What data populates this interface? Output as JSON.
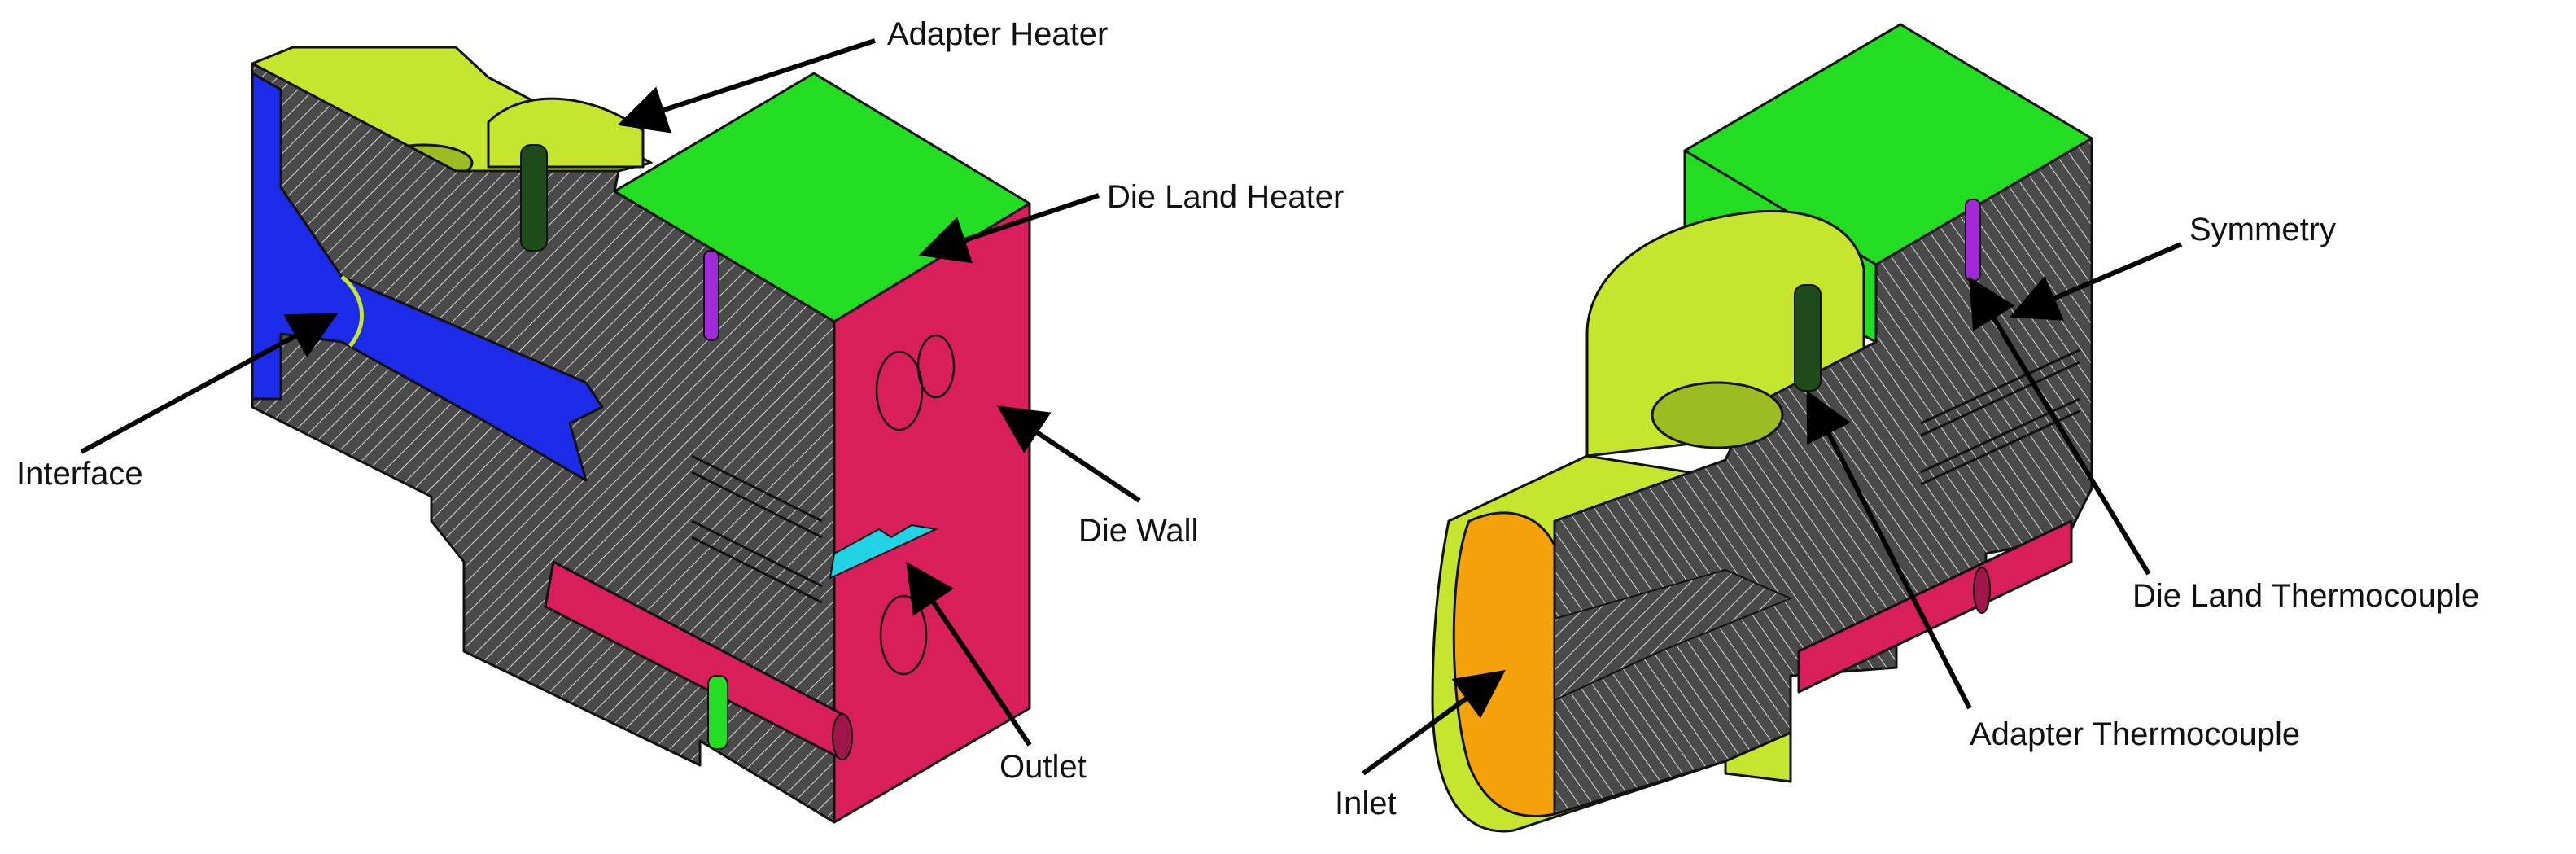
{
  "colors": {
    "section_hatch_bg": "#4a4a4a",
    "hatch_line": "#d9d9d9",
    "inner_flow_channel": "#1b2be8",
    "adapter_heater": "#c6e52f",
    "die_land_heater": "#22dd22",
    "die_wall": "#d81e5b",
    "outlet": "#22d3e6",
    "thermocouple_purple": "#a02bd6",
    "thermocouple_dark": "#1f4a1a",
    "inlet": "#f5a20a"
  },
  "left_view": {
    "labels": {
      "adapter_heater": "Adapter Heater",
      "die_land_heater": "Die Land Heater",
      "interface": "Interface",
      "die_wall": "Die Wall",
      "outlet": "Outlet"
    }
  },
  "right_view": {
    "labels": {
      "symmetry": "Symmetry",
      "die_land_thermocouple": "Die Land Thermocouple",
      "adapter_thermocouple": "Adapter Thermocouple",
      "inlet": "Inlet"
    }
  }
}
